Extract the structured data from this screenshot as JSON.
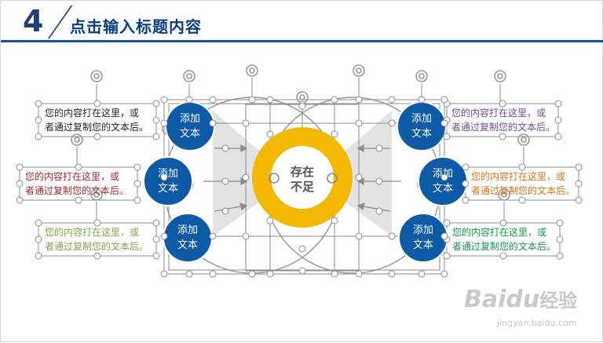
{
  "header": {
    "number": "4",
    "title": "点击输入标题内容"
  },
  "center": {
    "line1": "存在",
    "line2": "不足"
  },
  "nodes": [
    {
      "line1": "添加",
      "line2": "文本"
    },
    {
      "line1": "添加",
      "line2": "文本"
    },
    {
      "line1": "添加",
      "line2": "文本"
    },
    {
      "line1": "添加",
      "line2": "文本"
    },
    {
      "line1": "添加",
      "line2": "文本"
    },
    {
      "line1": "添加",
      "line2": "文本"
    }
  ],
  "text_boxes": [
    {
      "line1": "您的内容打在这里，或",
      "line2": "者通过复制您的文本后。",
      "color": "#262626"
    },
    {
      "line1": "您的内容打在这里，或",
      "line2": "者通过复制您的文本后。",
      "color": "#a42a34"
    },
    {
      "line1": "您的内容打在这里，或",
      "line2": "者通过复制您的文本后。",
      "color": "#82a846"
    },
    {
      "line1": "您的内容打在这里，或",
      "line2": "者通过复制您的文本后。",
      "color": "#6e4f9c"
    },
    {
      "line1": "您的内容打在这里，或",
      "line2": "者通过复制您的文本后。",
      "color": "#d9731c"
    },
    {
      "line1": "您的内容打在这里，或",
      "line2": "者通过复制您的文本后。",
      "color": "#119a53"
    }
  ],
  "colors": {
    "brand_blue": "#0d5ba7",
    "header_blue": "#0b3d86",
    "ring_yellow": "#f5b800",
    "wedge_gray": "#e3e3e3"
  },
  "watermark": {
    "brand": "Baidu",
    "brand_cn": "经验",
    "url": "jingyan.baidu.com"
  }
}
